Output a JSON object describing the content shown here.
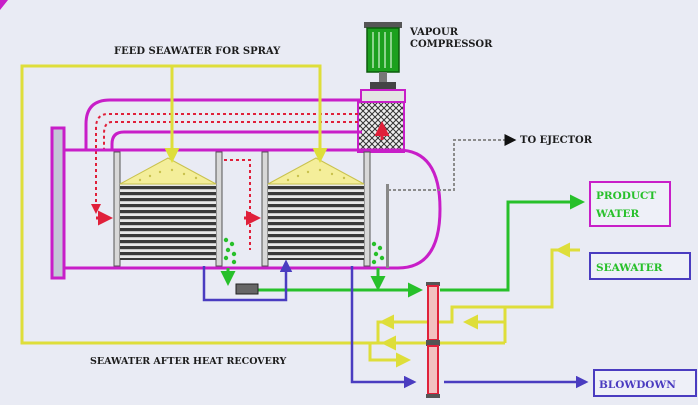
{
  "labels": {
    "vapour_compressor_line1": "VAPOUR",
    "vapour_compressor_line2": "COMPRESSOR",
    "feed_seawater": "FEED SEAWATER FOR SPRAY",
    "to_ejector": "TO EJECTOR",
    "product_water_line1": "PRODUCT",
    "product_water_line2": "WATER",
    "seawater": "SEAWATER",
    "blowdown": "BLOWDOWN",
    "seawater_after_heat_recovery": "SEAWATER AFTER HEAT RECOVERY"
  },
  "colors": {
    "background": "#e9ebf4",
    "vessel": "#c81ec8",
    "feed": "#dede3a",
    "product": "#27c02a",
    "blowdown": "#4a3cc0",
    "vapour": "#e0203a",
    "ejector": "#8c8c8c",
    "tube_bundle": "#3a3a3a",
    "text": "#1c1c1c",
    "product_box": "#c81ec8",
    "seawater_box": "#4a3cc0"
  }
}
